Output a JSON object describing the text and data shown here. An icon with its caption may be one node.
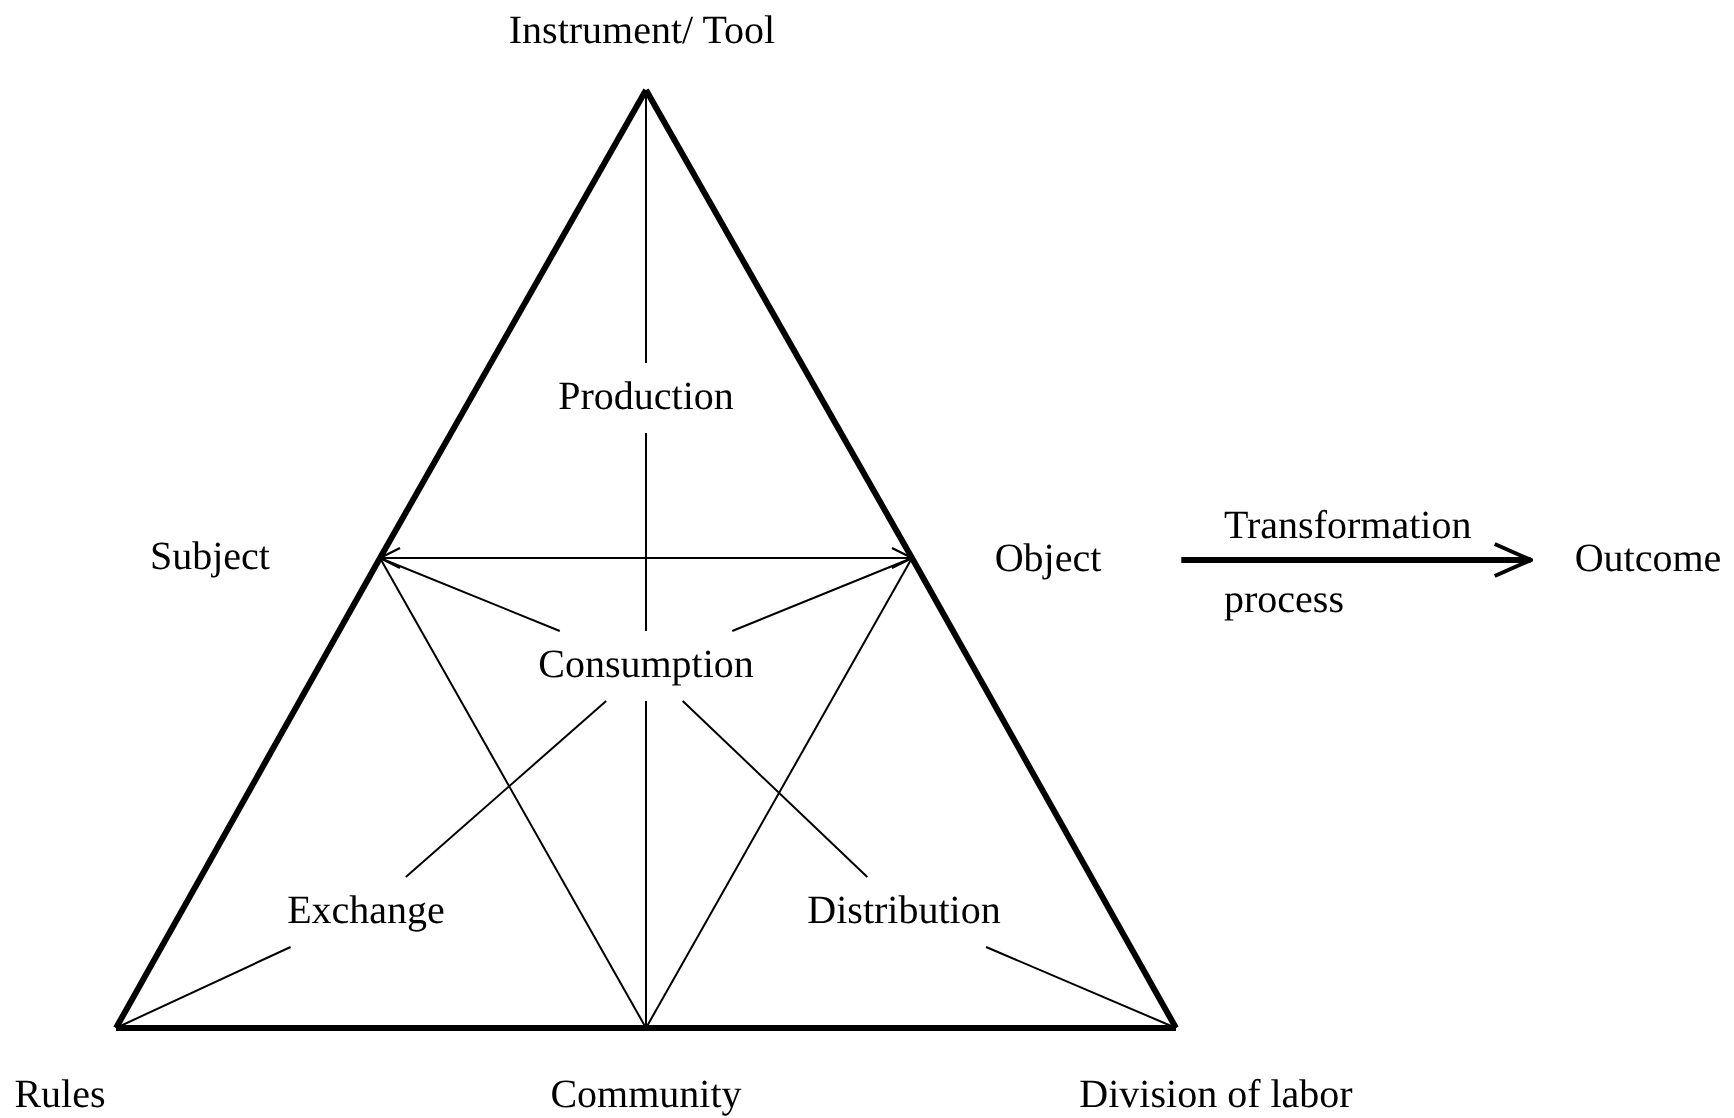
{
  "diagram": {
    "nodes": [
      {
        "text": [
          "Instrument/ Tool"
        ]
      },
      {
        "text": [
          "Production"
        ]
      },
      {
        "text": [
          "Subject"
        ]
      },
      {
        "text": [
          "Object"
        ]
      },
      {
        "text": [
          "Outcome"
        ]
      },
      {
        "text": [
          "Consumption"
        ]
      },
      {
        "text": [
          "Exchange"
        ]
      },
      {
        "text": [
          "Distribution"
        ]
      },
      {
        "text": [
          "Rules"
        ]
      },
      {
        "text": [
          "Community"
        ]
      },
      {
        "text": [
          "Division of labor"
        ]
      }
    ],
    "edges": [
      {
        "from": 0,
        "to": 2,
        "arrow": "none",
        "style": "thick"
      },
      {
        "from": 2,
        "to": 8,
        "arrow": "none",
        "style": "thick"
      },
      {
        "from": 0,
        "to": 3,
        "arrow": "none",
        "style": "thick"
      },
      {
        "from": 3,
        "to": 10,
        "arrow": "none",
        "style": "thick"
      },
      {
        "from": 8,
        "to": 9,
        "arrow": "none",
        "style": "thick"
      },
      {
        "from": 9,
        "to": 10,
        "arrow": "none",
        "style": "thick"
      },
      {
        "from": 2,
        "to": 3,
        "arrow": "both"
      },
      {
        "from": 2,
        "to": 9,
        "arrow": "none"
      },
      {
        "from": 3,
        "to": 9,
        "arrow": "none"
      },
      {
        "from": 0,
        "to": 1,
        "arrow": "none"
      },
      {
        "from": 1,
        "to": 5,
        "arrow": "none"
      },
      {
        "from": 5,
        "to": 9,
        "arrow": "none"
      },
      {
        "from": 2,
        "to": 5,
        "arrow": "none"
      },
      {
        "from": 3,
        "to": 5,
        "arrow": "none"
      },
      {
        "from": 8,
        "to": 6,
        "arrow": "none"
      },
      {
        "from": 6,
        "to": 5,
        "arrow": "none"
      },
      {
        "from": 10,
        "to": 7,
        "arrow": "none"
      },
      {
        "from": 7,
        "to": 5,
        "arrow": "none"
      },
      {
        "from": 3,
        "to": 4,
        "arrow": "to",
        "label": "Transformation process",
        "style": "thick"
      }
    ]
  }
}
